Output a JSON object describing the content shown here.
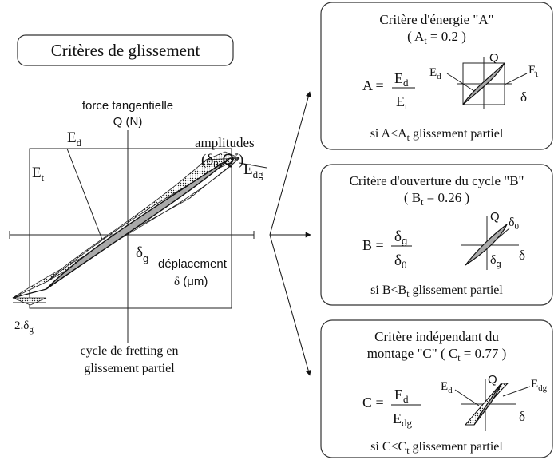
{
  "title": "Critères de glissement",
  "main_cycle": {
    "axis_y_label": "force tangentielle",
    "axis_y_unit": "Q (N)",
    "axis_x_label": "déplacement",
    "axis_x_unit": "δ (μm)",
    "ed_label": "Ed",
    "et_label": "Et",
    "edg_label": "Edg",
    "amplitudes_label": "amplitudes",
    "amplitudes_value": "(δ0,Q*)",
    "delta_g_label": "δg",
    "two_delta_g_label": "2.δg",
    "caption_line1": "cycle de fretting en",
    "caption_line2": "glissement partiel"
  },
  "criteria": [
    {
      "title_line1": "Critère d'énergie \"A\"",
      "threshold": "( At = 0.2 )",
      "formula_lhs": "A =",
      "formula_num": "Ed",
      "formula_den": "Et",
      "icon_q": "Q",
      "icon_d": "δ",
      "icon_ed": "Ed",
      "icon_et": "Et",
      "condition": "si A<At glissement partiel"
    },
    {
      "title_line1": "Critère d'ouverture du cycle \"B\"",
      "threshold": "( Bt = 0.26 )",
      "formula_lhs": "B =",
      "formula_num": "δg",
      "formula_den": "δ0",
      "icon_q": "Q",
      "icon_d": "δ",
      "icon_d0": "δ0",
      "icon_dg": "δg",
      "condition": "si B<Bt glissement partiel"
    },
    {
      "title_line1": "Critère indépendant du",
      "title_line2": "montage \"C\" ( Ct = 0.77 )",
      "formula_lhs": "C =",
      "formula_num": "Ed",
      "formula_den": "Edg",
      "icon_q": "Q",
      "icon_d": "δ",
      "icon_ed": "Ed",
      "icon_edg": "Edg",
      "condition": "si C<Ct glissement partiel"
    }
  ]
}
